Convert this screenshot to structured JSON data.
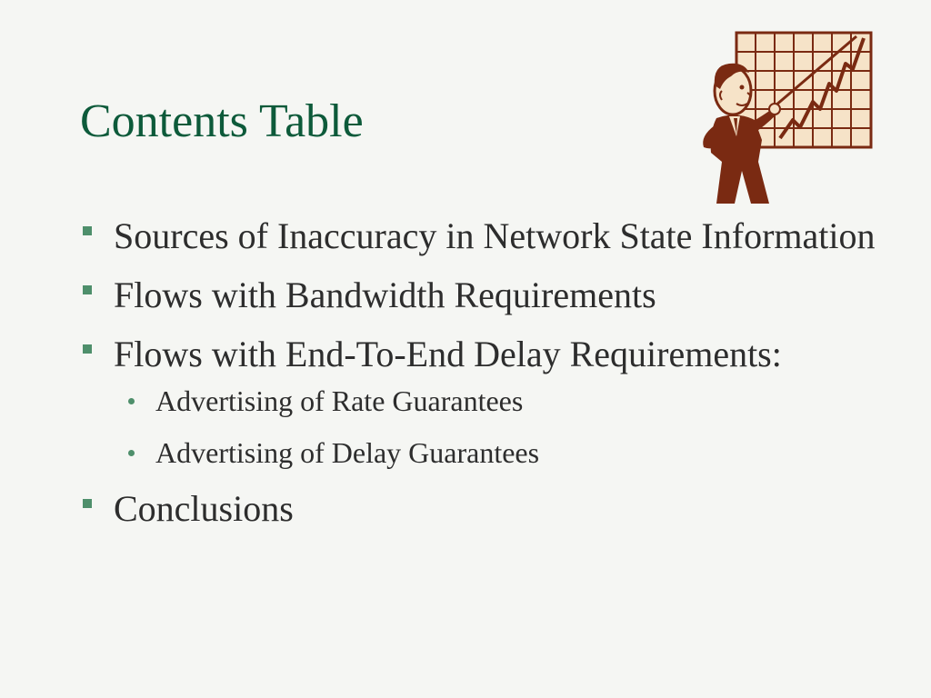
{
  "slide": {
    "title": "Contents Table",
    "items": [
      {
        "text": "Sources of Inaccuracy in Network State Information"
      },
      {
        "text": "Flows with Bandwidth Requirements"
      },
      {
        "text": "Flows with End-To-End Delay Requirements:",
        "subitems": [
          {
            "text": "Advertising of Rate Guarantees"
          },
          {
            "text": "Advertising of Delay Guarantees"
          }
        ]
      },
      {
        "text": "Conclusions"
      }
    ]
  },
  "clipart": {
    "icon": "presenter-with-rising-chart-icon"
  },
  "colors": {
    "background": "#f5f6f3",
    "title": "#0d5a3a",
    "text": "#2d2d2d",
    "bullet": "#4e8f6b",
    "clipart_brown": "#7a2a12",
    "clipart_fill": "#f6e3c8"
  }
}
